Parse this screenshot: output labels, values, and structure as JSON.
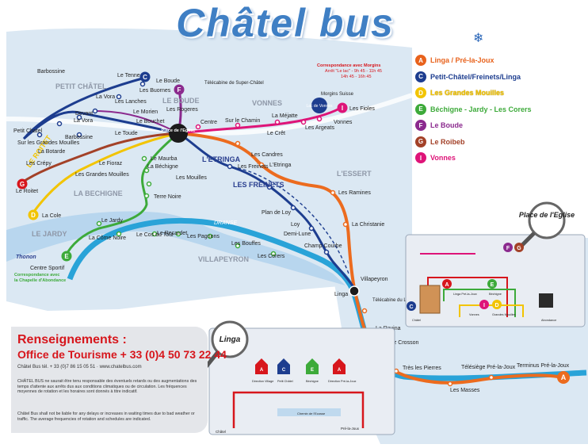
{
  "title": "Châtel bus",
  "correspondence_morgins": {
    "line1": "Correspondance avec Morgins",
    "line2": "Arrêt \"Le lac\" - 9h 45 - 11h 45",
    "line3": "14h 45 - 16h 45"
  },
  "correspondence_abondance": {
    "line1": "Correspondance avec",
    "line2": "la Chapelle d'Abondance"
  },
  "legend": [
    {
      "letter": "A",
      "label": "Linga / Pré-la-Joux",
      "color": "#e8621c"
    },
    {
      "letter": "C",
      "label": "Petit-Châtel/Freinets/Linga",
      "color": "#1d3d8f"
    },
    {
      "letter": "D",
      "label": "Les Grandes Mouilles",
      "color": "#f2c400"
    },
    {
      "letter": "E",
      "label": "Béchigne - Jardy - Les Corers",
      "color": "#3daa3a"
    },
    {
      "letter": "F",
      "label": "Le Boude",
      "color": "#8b2a8e"
    },
    {
      "letter": "G",
      "label": "Le Roibeb",
      "color": "#a34128"
    },
    {
      "letter": "I",
      "label": "Vonnes",
      "color": "#de1478"
    }
  ],
  "zones": {
    "petit_chatel": "PETIT CHÂTEL",
    "le_boude": "LE BOUDE",
    "vonnes": "VONNES",
    "le_roitet": "LE ROITET",
    "la_bechigne": "LA BECHIGNE",
    "le_jardy": "LE JARDY",
    "l_etringa": "L'ETRINGA",
    "les_freinets": "LES FREINETS",
    "l_essert": "L'ESSERT",
    "villapeyron": "VILLAPEYRON",
    "dranse": "DRANSE"
  },
  "places": {
    "barbossine": "Barbossine",
    "telecabine_super_chatel": "Télécabine de Super-Châtel",
    "morgins_suisse": "Morgins Suisse",
    "lac_de_vonnes": "Lac de Vonnes",
    "thonon": "Thonon",
    "telecabine_linga": "Télécabine du Linga",
    "place_eglise_hub": "Place de l'Eglise"
  },
  "stops": {
    "le_tenne": "Le Tenne",
    "le_boude": "Le Boude",
    "la_vora": "La Vora",
    "les_buornes": "Les Buornes",
    "les_lanches": "Les Lanches",
    "devant": "Devant",
    "la_vora2": "La Vora",
    "le_morien": "Le Morien",
    "les_rogeres": "Les Rogeres",
    "le_bouchet": "Le Bouchet",
    "petit_chatel": "Petit Chatel",
    "barbossine": "Barbossine",
    "sur_les_grandes_mouilles": "Sur les Grandes Mouilles",
    "le_toude": "Le Toude",
    "la_botarde": "La Botarde",
    "les_crepy": "Les Crépy",
    "le_fioraz": "Le Fioraz",
    "les_grandes_mouilles": "Les Grandes Mouilles",
    "le_roitet": "Le Roitet",
    "la_cole": "La Cole",
    "le_maurba": "Le Maurba",
    "la_bechigne": "La Béchigne",
    "les_mouilles": "Les Mouilles",
    "terre_noire": "Terre Noire",
    "le_jardy": "Le Jardy",
    "la_come_noire": "La Côme Noire",
    "le_cos_du_tour": "Le Cos du Tour",
    "le_recardet": "Le Recardet",
    "les_pagnons": "Les Pagnons",
    "les_bouffes": "Les Bouffes",
    "les_corers": "Les Corers",
    "centre_sportif": "Centre Sportif",
    "centre": "Centre",
    "sur_le_chamin": "Sur le Chamin",
    "la_mejatte": "La Méjatte",
    "le_cret": "Le Crêt",
    "les_argeats": "Les Argeats",
    "vonnes": "Vonnes",
    "les_fioles": "Les Fioles",
    "les_candres": "Les Candres",
    "l_etringa": "L'Etringa",
    "les_freinets": "Les Freinets",
    "les_ramines": "Les Ramines",
    "plan_de_loy": "Plan de Loy",
    "loy": "Loy",
    "demi_lune": "Demi-Lune",
    "champ_courbe": "Champ Courbe",
    "la_christanie": "La Christanie",
    "villapeyron": "Villapeyron",
    "linga": "Linga",
    "la_ravina": "La Ravina",
    "chez_crosson": "Chez Crosson",
    "tres_les_pierres": "Très les Pierres",
    "les_masses": "Les Masses",
    "telesiege_pre_la_joux": "Télésiège Pré-la-Joux",
    "terminus_pre_la_joux": "Terminus Pré-la-Joux"
  },
  "insets": {
    "place_eglise": {
      "title": "Place de l'Eglise",
      "stop_labels": [
        "Linga Pré-la-Joux",
        "Béchigne",
        "Vonnes",
        "Grandes Mouilles",
        "Abondance",
        "Châtel"
      ],
      "badges": [
        "F",
        "G",
        "A",
        "E",
        "I",
        "D",
        "C"
      ]
    },
    "linga": {
      "title": "Linga",
      "stop_labels": [
        "Direction Village",
        "Petit Châtel",
        "Béchigne",
        "Direction Pré-la-Joux",
        "Châtel",
        "Pré-la-Joux",
        "Chemin de l'Ecosse"
      ],
      "badges": [
        "A",
        "C",
        "E",
        "A"
      ]
    }
  },
  "info": {
    "title": "Renseignements :",
    "office": "Office de Tourisme + 33 (0)4 50 73 22 44",
    "contact": "Châtel Bus tél. + 33 (0)7 86 15 05 51 · www.chatelbus.com",
    "disclaimer_fr": "CHÂTEL BUS ne saurait être tenu responsable des éventuels retards ou des augmentations des temps d'attente aux arrêts dus aux conditions climatiques ou de circulation. Les fréquences moyennes de rotation et les horaires sont donnés à titre indicatif.",
    "disclaimer_en": "Châtel Bus shall not be liable for any delays or increases in waiting times due to bad weather or traffic. The average frequencies of rotation and schedules are indicated."
  }
}
